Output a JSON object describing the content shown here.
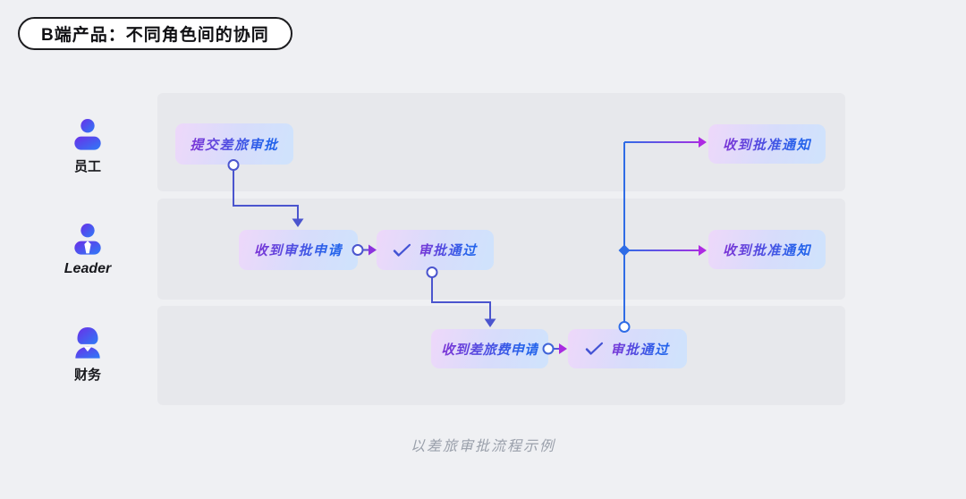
{
  "title": "B端产品：不同角色间的协同",
  "caption": "以差旅审批流程示例",
  "roles": [
    {
      "label": "员工",
      "icon": "person-icon"
    },
    {
      "label": "Leader",
      "icon": "person-tie-icon"
    },
    {
      "label": "财务",
      "icon": "person-female-icon"
    }
  ],
  "nodes": [
    {
      "label": "提交差旅审批",
      "lane": "员工"
    },
    {
      "label": "收到审批申请",
      "lane": "Leader"
    },
    {
      "label": "审批通过",
      "lane": "Leader",
      "icon": "check-icon"
    },
    {
      "label": "收到差旅费申请",
      "lane": "财务"
    },
    {
      "label": "审批通过",
      "lane": "财务",
      "icon": "check-icon"
    },
    {
      "label": "收到批准通知",
      "lane": "员工"
    },
    {
      "label": "收到批准通知",
      "lane": "Leader"
    }
  ],
  "colors": {
    "page_background": "#eff0f3",
    "lane_background": "#e7e8ec",
    "node_gradient_start": "#eed8fa",
    "node_gradient_end": "#cfe3fc",
    "node_text_start": "#7d35d6",
    "node_text_end": "#2563eb",
    "connector_indigo": "#4b55ce",
    "connector_blue": "#2f6ce6",
    "connector_magenta": "#ae2ae2",
    "icon_gradient_start": "#6a2fe8",
    "icon_gradient_end": "#2e7bf6"
  }
}
